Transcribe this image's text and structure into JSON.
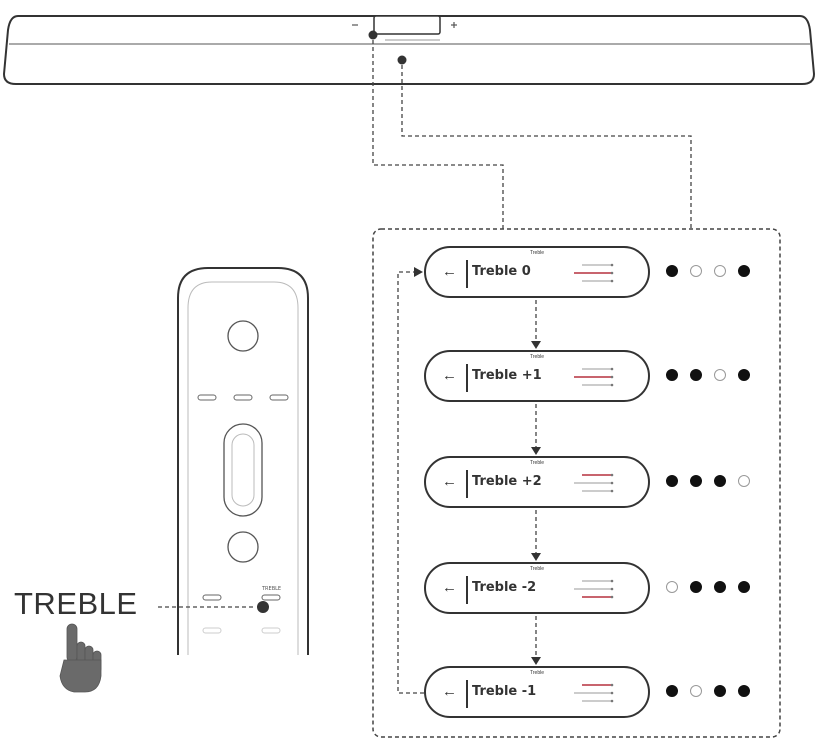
{
  "callout": {
    "label": "TREBLE"
  },
  "remote": {
    "button_label": "TREBLE"
  },
  "display": {
    "header": "Treble",
    "back_glyph": "←"
  },
  "steps": [
    {
      "setting": "Treble  0",
      "leds": [
        1,
        0,
        0,
        1
      ],
      "eq_red": 1
    },
    {
      "setting": "Treble  +1",
      "leds": [
        1,
        1,
        0,
        1
      ],
      "eq_red": 1
    },
    {
      "setting": "Treble  +2",
      "leds": [
        1,
        1,
        1,
        0
      ],
      "eq_red": 0
    },
    {
      "setting": "Treble  -2",
      "leds": [
        0,
        1,
        1,
        1
      ],
      "eq_red": 2
    },
    {
      "setting": "Treble  -1",
      "leds": [
        1,
        0,
        1,
        1
      ],
      "eq_red": 0
    }
  ],
  "colors": {
    "line": "#333333",
    "accent": "#b5303f",
    "led_on": "#111111",
    "led_off": "#999999",
    "hand": "#666666"
  }
}
